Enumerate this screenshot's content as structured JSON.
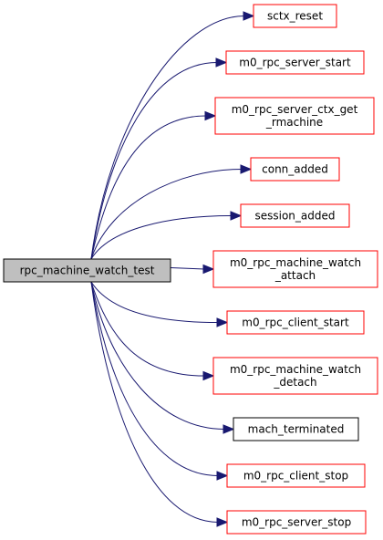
{
  "diagram": {
    "root": {
      "lines": [
        "rpc_machine_watch_test"
      ],
      "fill": "#bfbfbf",
      "stroke": "#000000"
    },
    "callees": [
      {
        "lines": [
          "sctx_reset"
        ],
        "stroke": "#ff0000"
      },
      {
        "lines": [
          "m0_rpc_server_start"
        ],
        "stroke": "#ff0000"
      },
      {
        "lines": [
          "m0_rpc_server_ctx_get",
          "_rmachine"
        ],
        "stroke": "#ff0000"
      },
      {
        "lines": [
          "conn_added"
        ],
        "stroke": "#ff0000"
      },
      {
        "lines": [
          "session_added"
        ],
        "stroke": "#ff0000"
      },
      {
        "lines": [
          "m0_rpc_machine_watch",
          "_attach"
        ],
        "stroke": "#ff0000"
      },
      {
        "lines": [
          "m0_rpc_client_start"
        ],
        "stroke": "#ff0000"
      },
      {
        "lines": [
          "m0_rpc_machine_watch",
          "_detach"
        ],
        "stroke": "#ff0000"
      },
      {
        "lines": [
          "mach_terminated"
        ],
        "stroke": "#000000"
      },
      {
        "lines": [
          "m0_rpc_client_stop"
        ],
        "stroke": "#ff0000"
      },
      {
        "lines": [
          "m0_rpc_server_stop"
        ],
        "stroke": "#ff0000"
      }
    ],
    "edge_color": "#191970"
  }
}
